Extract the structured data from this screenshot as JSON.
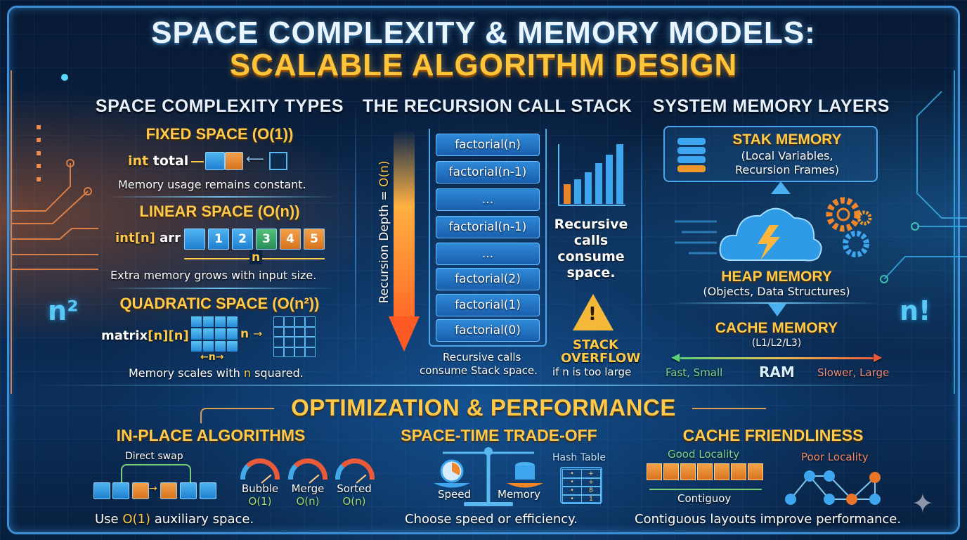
{
  "header": {
    "title_line1": "SPACE COMPLEXITY & MEMORY MODELS:",
    "title_line2": "SCALABLE ALGORITHM DESIGN"
  },
  "decor": {
    "left_symbol": "n²",
    "right_symbol": "n!"
  },
  "space_types": {
    "heading": "SPACE COMPLEXITY TYPES",
    "fixed": {
      "title": "FIXED SPACE (O(1))",
      "code_keyword": "int",
      "code_var": "total",
      "caption": "Memory usage remains constant."
    },
    "linear": {
      "title": "LINEAR SPACE (O(n))",
      "code_type": "int[n]",
      "code_var": "arr",
      "cells": [
        "",
        "1",
        "2",
        "3",
        "4",
        "5"
      ],
      "span_label": "n",
      "caption": "Extra memory grows with input size."
    },
    "quadratic": {
      "title": "QUADRATIC SPACE (O(n²))",
      "code_name": "matrix",
      "code_dims": "[n][n]",
      "dim_label": "n",
      "caption_pre": "Memory scales with ",
      "caption_n": "n",
      "caption_post": " squared."
    }
  },
  "call_stack": {
    "heading": "THE RECURSION CALL STACK",
    "depth_label": "Recursion Depth = ",
    "depth_value": "O(n)",
    "frames": [
      "factorial(n)",
      "factorial(n-1)",
      "...",
      "factorial(n-1)",
      "...",
      "factorial(2)",
      "factorial(1)",
      "factorial(0)"
    ],
    "bar_heights": [
      30,
      42,
      56,
      70,
      85,
      100
    ],
    "side_note": "Recursive calls consume space.",
    "caption_line1": "Recursive calls",
    "caption_line2": "consume Stack space.",
    "warning_line1": "STACK",
    "warning_line2": "OVERFLOW",
    "warning_note": "if n is too large"
  },
  "memory_layers": {
    "heading": "SYSTEM MEMORY LAYERS",
    "stack": {
      "title": "STAK MEMORY",
      "line1": "(Local Variables,",
      "line2": "Recursion Frames)"
    },
    "heap": {
      "title": "HEAP MEMORY",
      "desc": "(Objects, Data Structures)"
    },
    "cache": {
      "title": "CACHE MEMORY",
      "desc": "(L1/L2/L3)"
    },
    "scale": {
      "left": "Fast, Small",
      "center": "RAM",
      "right": "Slower, Large"
    }
  },
  "optimization": {
    "heading": "OPTIMIZATION & PERFORMANCE",
    "in_place": {
      "title": "IN-PLACE ALGORITHMS",
      "swap_label": "Direct swap",
      "gauges": [
        {
          "name": "Bubble",
          "value": "O(1)"
        },
        {
          "name": "Merge",
          "value": "O(n)"
        },
        {
          "name": "Sorted",
          "value": "O(n)"
        }
      ],
      "caption_pre": "Use ",
      "caption_hl": "O(1)",
      "caption_post": " auxiliary space."
    },
    "tradeoff": {
      "title": "SPACE-TIME TRADE-OFF",
      "left": "Speed",
      "right": "Memory",
      "hash_label": "Hash Table",
      "hash_values": [
        "+",
        "+",
        "8",
        "1"
      ],
      "caption": "Choose speed or efficiency."
    },
    "cache": {
      "title": "CACHE FRIENDLINESS",
      "good": "Good Locality",
      "poor": "Poor Locality",
      "contiguous": "Contiguoy",
      "caption": "Contiguous layouts improve performance."
    }
  },
  "colors": {
    "gold": "#ffc94a",
    "blue": "#2f8ad8",
    "orange": "#e8752a",
    "green": "#52c07a",
    "bg": "#071a35"
  }
}
